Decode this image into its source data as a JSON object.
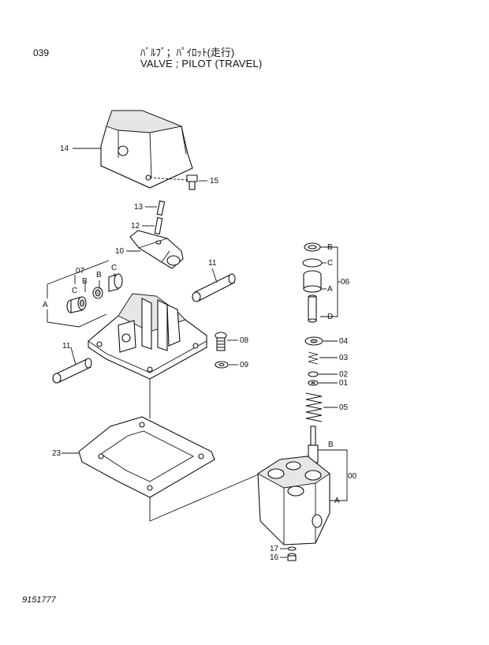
{
  "header": {
    "page_number": "039",
    "title_jp": "ﾊﾞﾙﾌﾞ；ﾊﾟｲﾛｯﾄ(走行)",
    "title_en": "VALVE ; PILOT (TRAVEL)"
  },
  "footer": {
    "drawing_number": "9151777"
  },
  "callouts": {
    "p14": "14",
    "p15": "15",
    "p13": "13",
    "p12": "12",
    "p10": "10",
    "p11a": "11",
    "p11b": "11",
    "p07": "07",
    "pA1": "A",
    "pB1": "B",
    "pB2": "B",
    "pC1": "C",
    "pC2": "C",
    "p08": "08",
    "p09": "09",
    "p23": "23",
    "r_B1": "B",
    "r_C": "C",
    "r_A1": "A",
    "r_D": "D",
    "r_06": "06",
    "r_04": "04",
    "r_03": "03",
    "r_02": "02",
    "r_01": "01",
    "r_05": "05",
    "r_B2": "B",
    "r_A2": "A",
    "r_00": "00",
    "p17": "17",
    "p16": "16"
  }
}
